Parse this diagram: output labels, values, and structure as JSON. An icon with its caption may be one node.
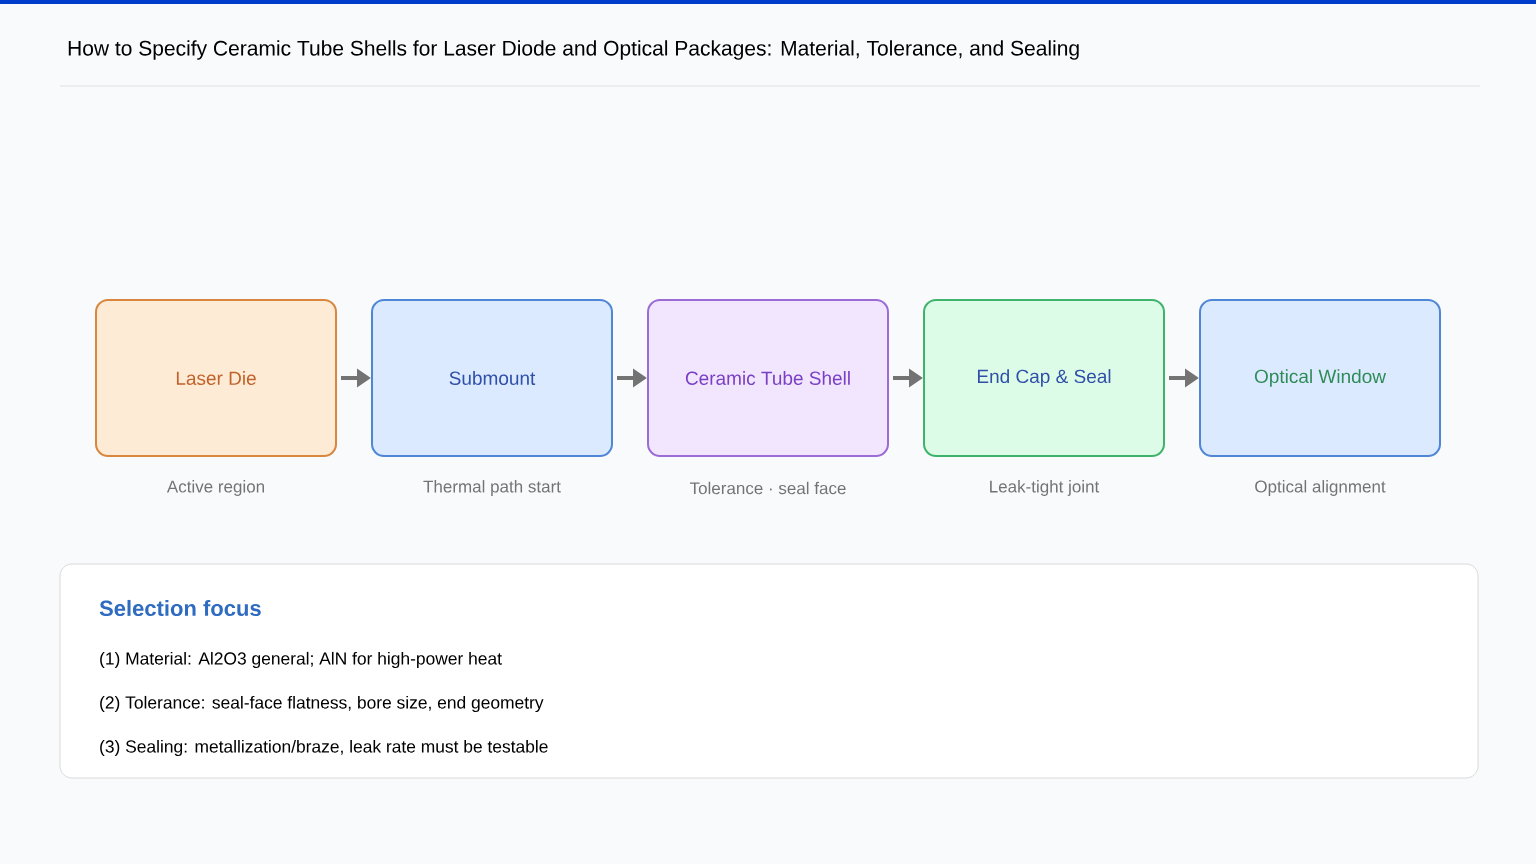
{
  "diagram": {
    "title": "How to Specify Ceramic Tube Shells for Laser Diode and Optical Packages: Material, Tolerance, and Sealing",
    "nodes": [
      {
        "text": [
          "Laser Die"
        ],
        "beside": [
          "Active region"
        ]
      },
      {
        "text": [
          "Submount"
        ],
        "beside": [
          "Thermal path start"
        ]
      },
      {
        "text": [
          "Ceramic Tube Shell"
        ],
        "beside": [
          "Tolerance · seal face"
        ]
      },
      {
        "text": [
          "End Cap & Seal"
        ],
        "beside": [
          "Leak-tight joint"
        ]
      },
      {
        "text": [
          "Optical Window"
        ],
        "beside": [
          "Optical alignment"
        ]
      },
      {
        "text": [
          "Selection focus",
          "(1) Material: Al2O3 general; AlN for high-power heat",
          "(2) Tolerance: seal-face flatness, bore size, end geometry",
          "(3) Sealing: metallization/braze, leak rate must be testable"
        ]
      }
    ],
    "edges": [
      {
        "from": 0,
        "to": 1,
        "arrow": "to"
      },
      {
        "from": 1,
        "to": 2,
        "arrow": "to"
      },
      {
        "from": 2,
        "to": 3,
        "arrow": "to"
      },
      {
        "from": 3,
        "to": 4,
        "arrow": "to"
      }
    ]
  }
}
